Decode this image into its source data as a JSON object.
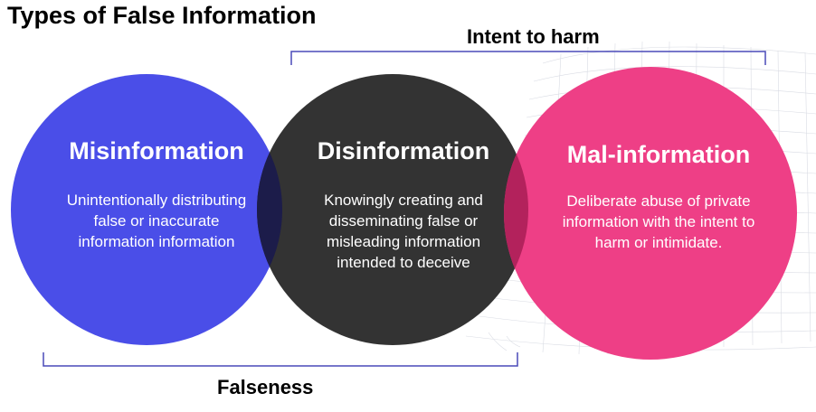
{
  "title": "Types of False Information",
  "brackets": {
    "intent": "Intent to harm",
    "falseness": "Falseness"
  },
  "circles": [
    {
      "title": "Misinformation",
      "description": "Unintentionally distributing false or inaccurate information information",
      "color": "#4a4ee8"
    },
    {
      "title": "Disinformation",
      "description": "Knowingly creating and disseminating false or misleading information intended to deceive",
      "color": "#333333"
    },
    {
      "title": "Mal-information",
      "description": "Deliberate abuse of private information with the intent to harm or intimidate.",
      "color": "#ee3f86"
    }
  ],
  "overlap_colors": {
    "mis_dis": "#1c1c4a",
    "dis_mal": "#b3225c"
  },
  "bracket_color": "#4a4ab8"
}
